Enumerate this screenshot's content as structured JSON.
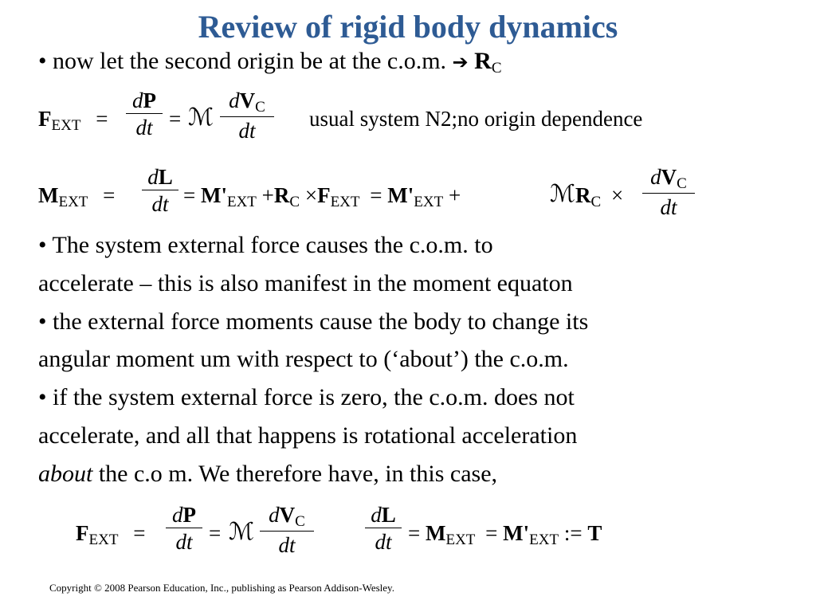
{
  "slide": {
    "title": "Review of rigid body dynamics",
    "bullet1": "• now let the second origin be at the c.o.m. ",
    "bullet1_arrow": "➔",
    "bullet1_R": "R",
    "bullet1_sub": "C",
    "eq1_note": "usual system N2;no origin  dependence",
    "para_lines": [
      "• The system external force causes the c.o.m. to",
      "accelerate – this is also manifest in the moment equaton",
      "• the external force moments cause the body to change its",
      "angular moment um with respect to (‘about’) the c.o.m.",
      "• if the system external force is zero, the c.o.m. does not",
      "accelerate, and all that happens is rotational acceleration"
    ],
    "last_line_italic": "about",
    "last_line_rest": " the c.o m.  We therefore have, in this case,",
    "footer": "Copyright © 2008 Pearson Education, Inc., publishing as Pearson Addison-Wesley."
  },
  "symbols": {
    "F": "F",
    "M": "M",
    "P": "P",
    "L": "L",
    "V": "V",
    "R": "R",
    "T": "T",
    "EXT": "EXT",
    "C": "C",
    "d": "d",
    "dt": "dt",
    "eq": "=",
    "cross": "×",
    "plus": "+",
    "mass": "ℳ",
    "Mprime": "M'",
    "defeq": ":="
  }
}
